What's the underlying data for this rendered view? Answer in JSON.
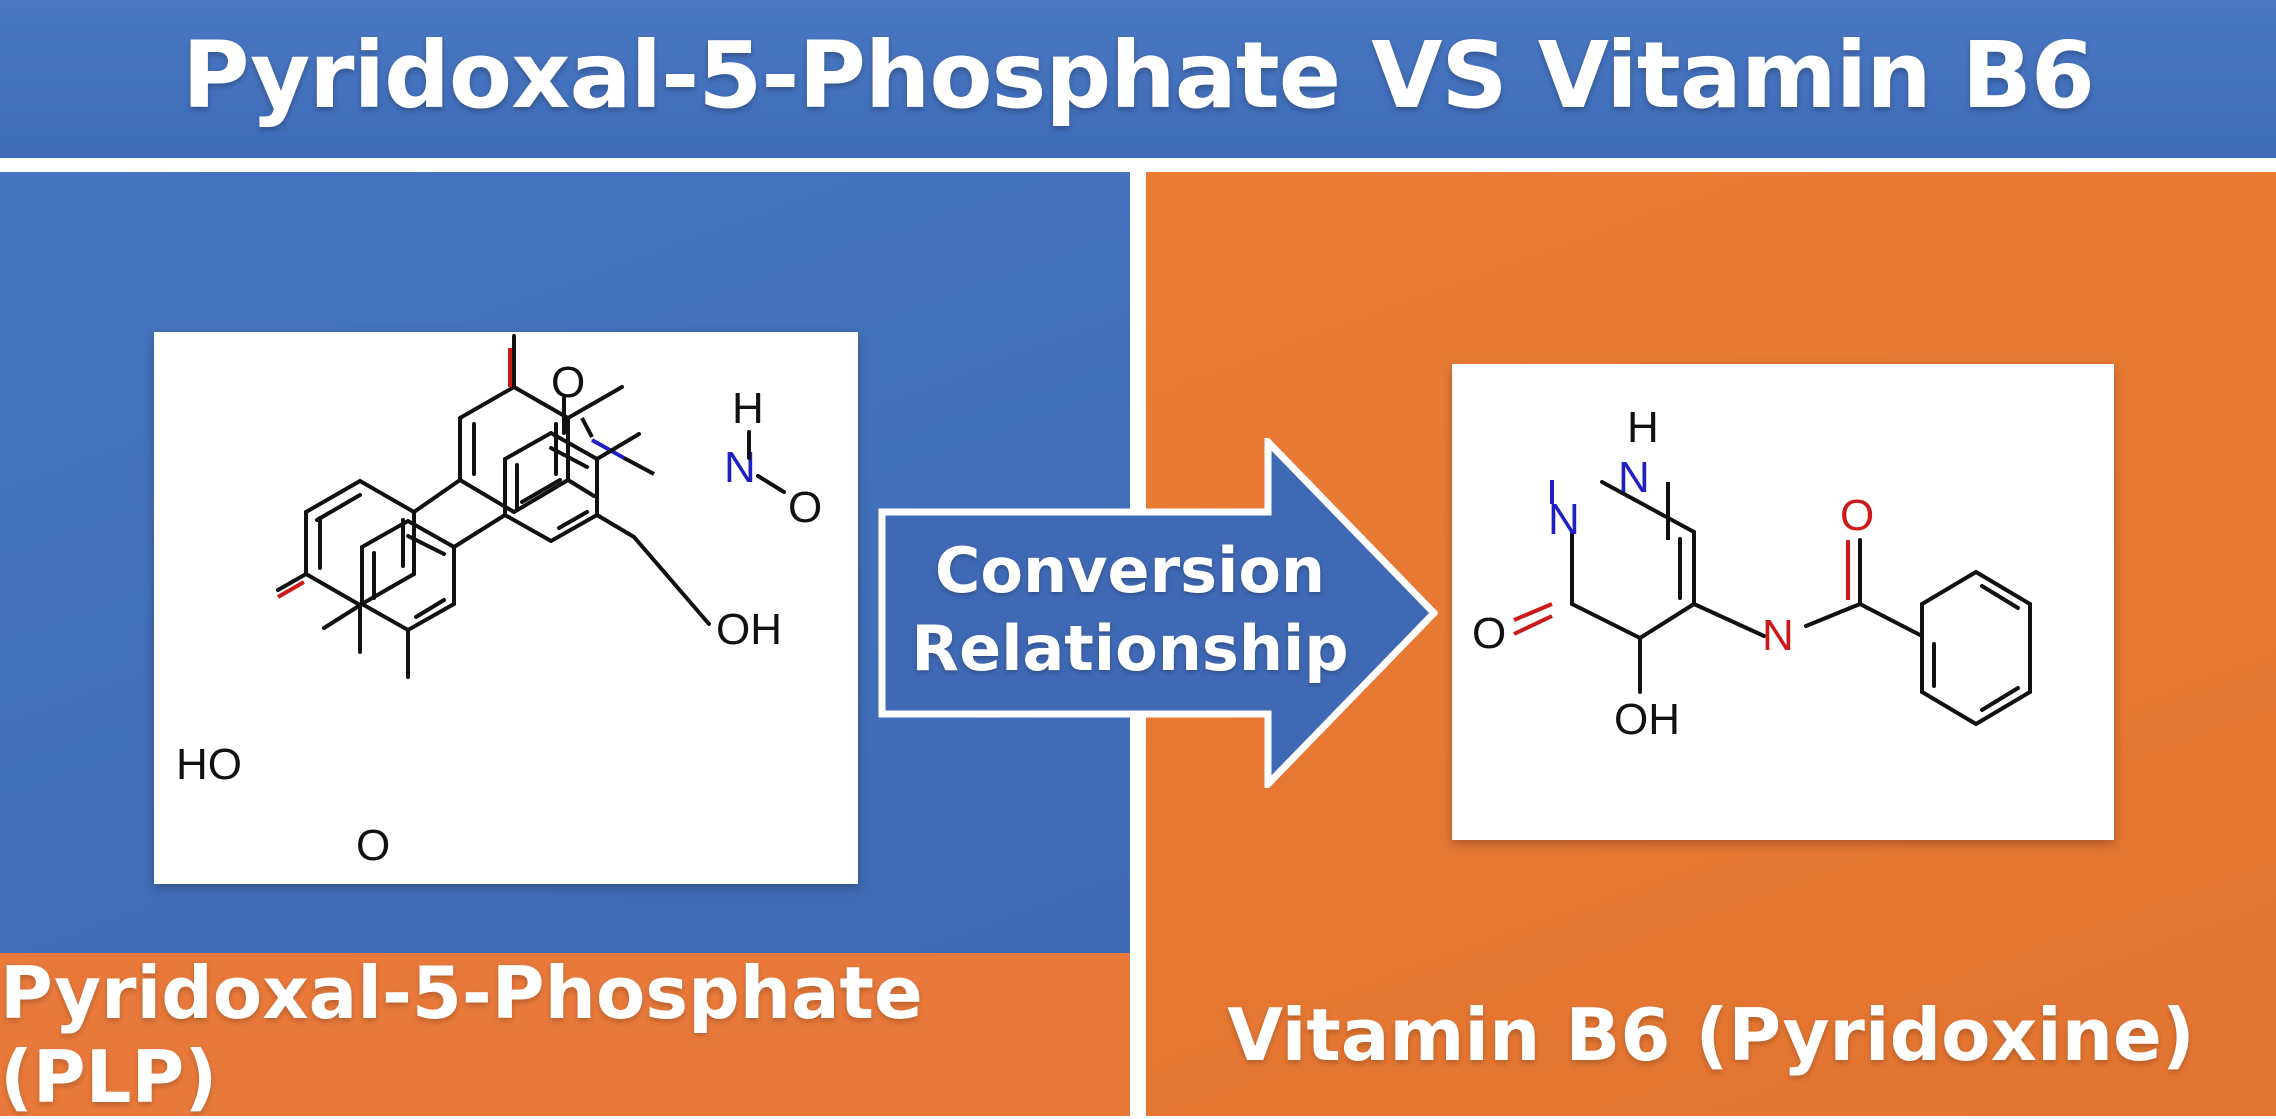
{
  "title": "Pyridoxal-5-Phosphate VS Vitamin B6",
  "left": {
    "label": "Pyridoxal-5-Phosphate (PLP)",
    "atoms": {
      "o_top": "O",
      "h_top": "H",
      "n_amino": "N",
      "o_nitroso": "O",
      "oh_ring": "OH",
      "ho_left": "HO",
      "o_bottom": "O"
    }
  },
  "arrow": {
    "line1": "Conversion",
    "line2": "Relationship"
  },
  "right": {
    "label": "Vitamin B6 (Pyridoxine)",
    "atoms": {
      "h_top": "H",
      "n_upper": "N",
      "n_left": "N",
      "o_left": "O",
      "oh_bottom": "OH",
      "n_amide": "N",
      "o_carbonyl": "O"
    }
  },
  "colors": {
    "blue": "#4472c4",
    "orange": "#e8793a",
    "white": "#ffffff",
    "atom_n": "#1f1fc8",
    "atom_o_bond": "#cc1a1a",
    "bond": "#111111"
  }
}
